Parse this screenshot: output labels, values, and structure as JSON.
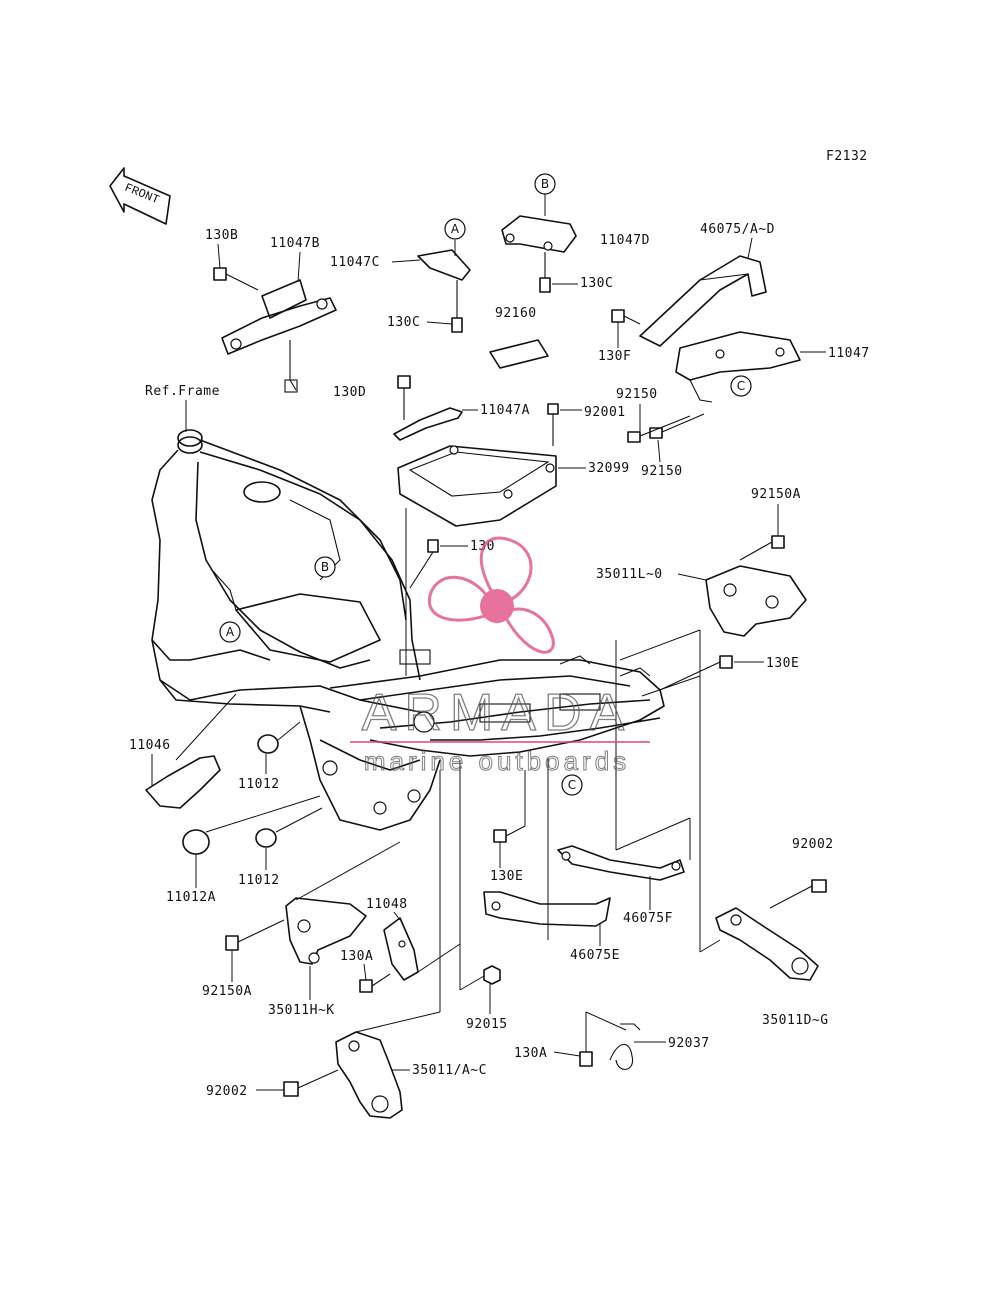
{
  "figure_code": "F2132",
  "front_arrow": {
    "text": "FRONT"
  },
  "reference": "Ref.Frame",
  "callouts": [
    "A",
    "B",
    "C"
  ],
  "part_labels": [
    "130B",
    "11047B",
    "11047C",
    "130C",
    "11047D",
    "130C",
    "46075/A~D",
    "92160",
    "130F",
    "11047",
    "130D",
    "11047A",
    "92001",
    "92150",
    "92150",
    "32099",
    "92150A",
    "130",
    "35011L~0",
    "130E",
    "11046",
    "11012",
    "11012A",
    "11012",
    "130E",
    "92002",
    "11048",
    "46075F",
    "130A",
    "46075E",
    "92150A",
    "35011H~K",
    "92015",
    "35011D~G",
    "130A",
    "92037",
    "92002",
    "35011/A~C"
  ],
  "watermark": {
    "name": "ARMADA",
    "tagline": "marine outboards",
    "color": "#e0457b"
  }
}
